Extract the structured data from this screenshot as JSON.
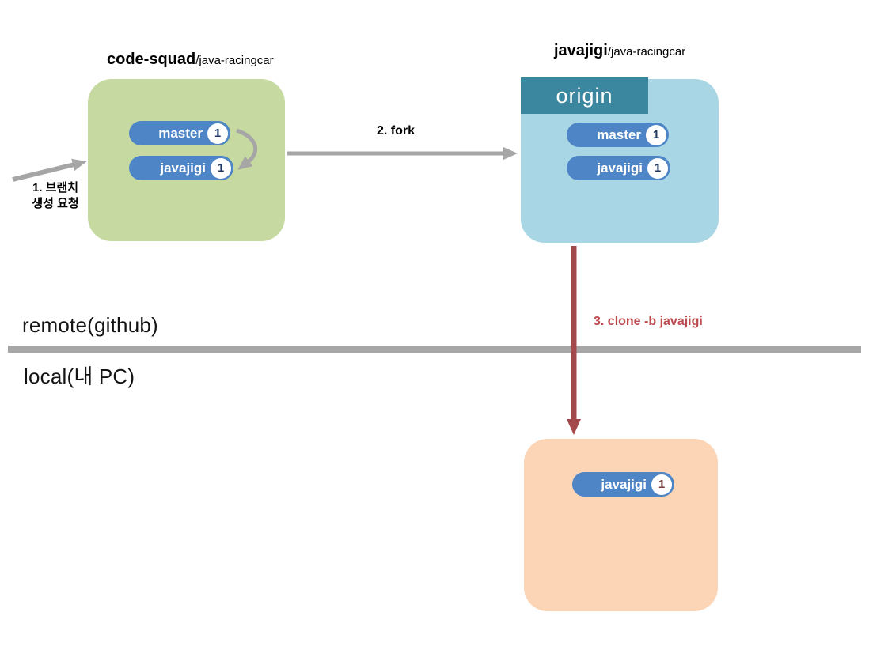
{
  "diagram": {
    "sections": {
      "remote": "remote(github)",
      "local": "local(내 PC)"
    },
    "upstream_repo": {
      "owner": "code-squad",
      "repo": "/java-racingcar",
      "branches": [
        {
          "name": "master",
          "count": "1"
        },
        {
          "name": "javajigi",
          "count": "1"
        }
      ]
    },
    "origin_repo": {
      "owner": "javajigi",
      "repo": "/java-racingcar",
      "remote_tag": "origin",
      "branches": [
        {
          "name": "master",
          "count": "1"
        },
        {
          "name": "javajigi",
          "count": "1"
        }
      ]
    },
    "local_repo": {
      "branches": [
        {
          "name": "javajigi",
          "count": "1"
        }
      ]
    },
    "steps": {
      "branch_request_line1": "1. 브랜치",
      "branch_request_line2": "생성 요청",
      "fork": "2. fork",
      "clone": "3. clone -b javajigi"
    },
    "colors": {
      "upstream_box": "#c6d9a0",
      "origin_box": "#a8d6e4",
      "local_box": "#fbd5b5",
      "origin_tag": "#3b87a0",
      "branch_pill": "#4d85c6",
      "divider": "#a6a6a6",
      "arrow_gray": "#a6a6a6",
      "arrow_red": "#a4494b",
      "clone_label_text": "#bb4b4e"
    }
  }
}
